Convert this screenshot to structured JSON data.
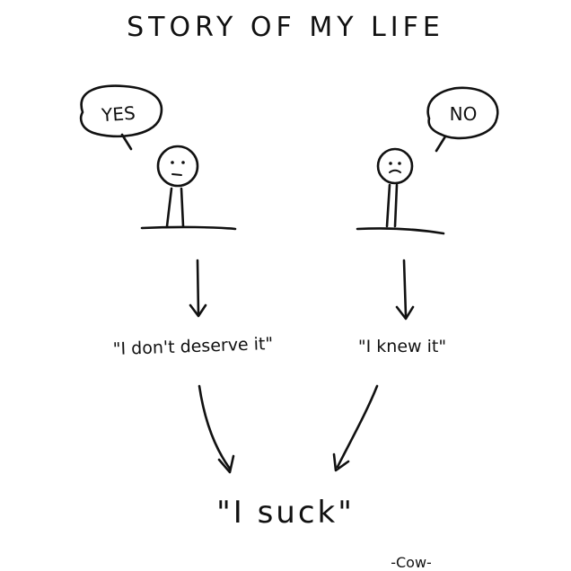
{
  "comic": {
    "title": "STORY OF MY LIFE",
    "left_bubble": "YES",
    "right_bubble": "NO",
    "left_thought": "\"I don't deserve it\"",
    "right_thought": "\"I knew it\"",
    "conclusion": "\"I suck\"",
    "signature": "-Cow-"
  }
}
